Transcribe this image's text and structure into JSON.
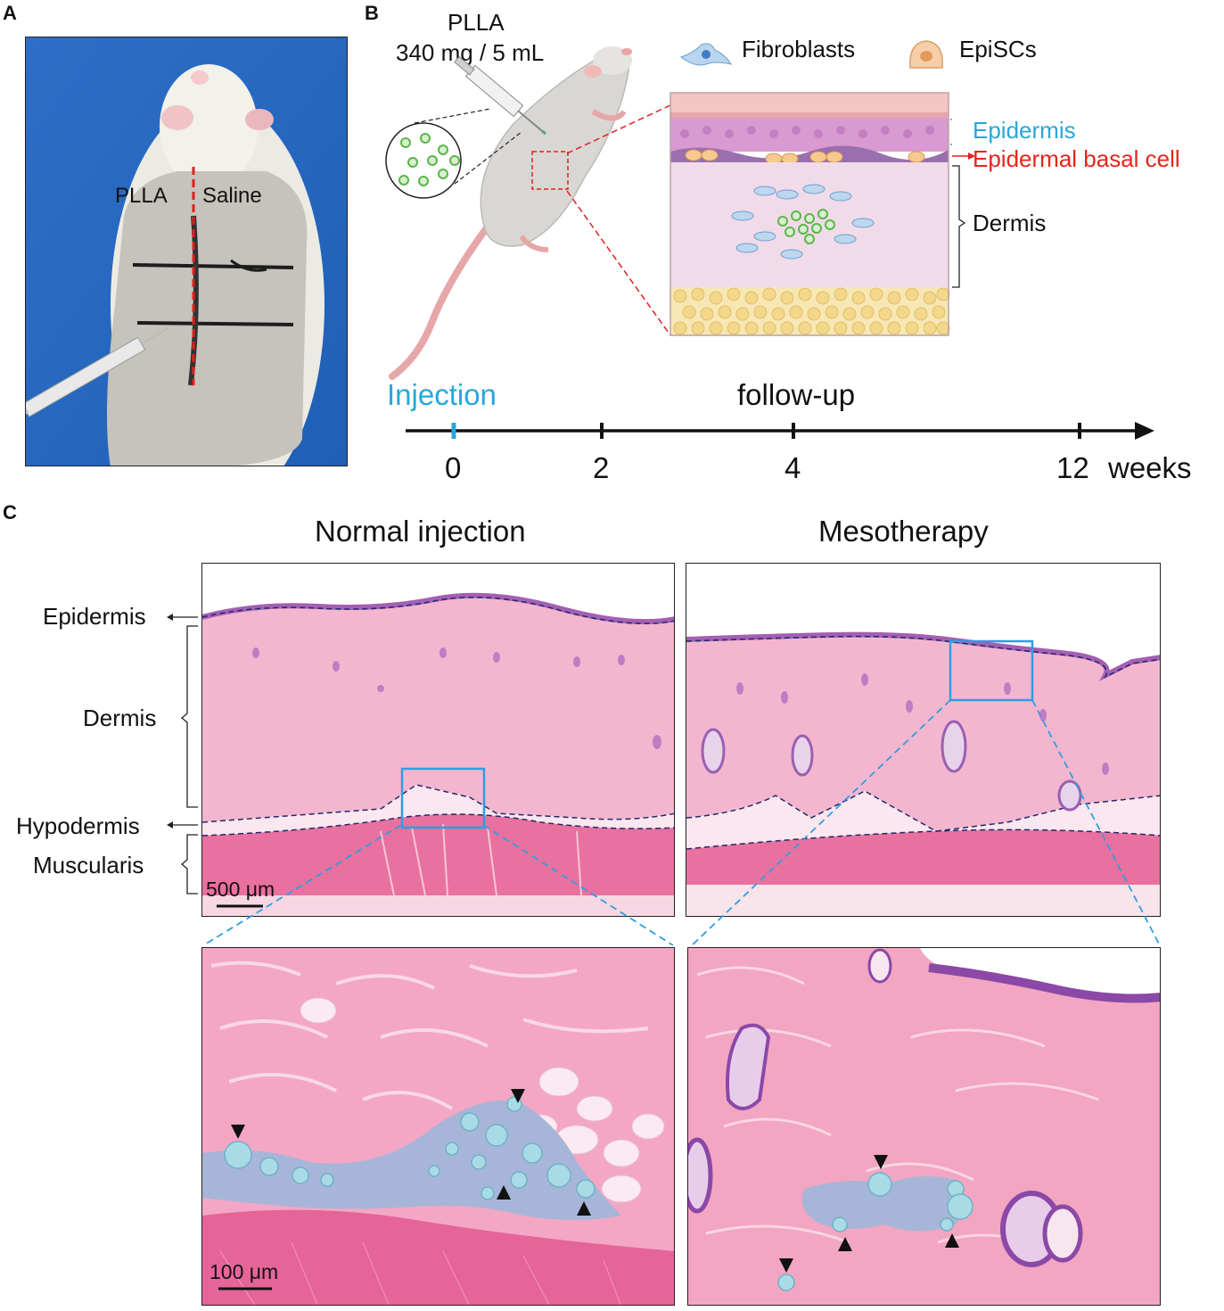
{
  "panels": {
    "a": {
      "letter": "A",
      "left_label": "PLLA",
      "right_label": "Saline"
    },
    "b": {
      "letter": "B",
      "drug_name": "PLLA",
      "dose": "340 mg / 5 mL",
      "legend": [
        {
          "label": "Fibroblasts",
          "icon": "fibroblast-icon"
        },
        {
          "label": "EpiSCs",
          "icon": "episc-icon"
        }
      ],
      "skin_layers": {
        "epidermis": "Epidermis",
        "basal": "Epidermal basal cell",
        "dermis": "Dermis"
      },
      "colors": {
        "epidermis": "#29a6dd",
        "basal": "#e8241b"
      },
      "timeline": {
        "injection_label": "Injection",
        "followup_label": "follow-up",
        "ticks": [
          "0",
          "2",
          "4",
          "12"
        ],
        "unit": "weeks"
      }
    },
    "c": {
      "letter": "C",
      "col_titles": [
        "Normal injection",
        "Mesotherapy"
      ],
      "layer_labels": [
        "Epidermis",
        "Dermis",
        "Hypodermis",
        "Muscularis"
      ],
      "scale_top": "500 μm",
      "scale_bottom": "100 μm",
      "colors": {
        "tissue": "#f4b6cf",
        "muscle": "#e9719f",
        "roi": "#2f9ee0",
        "microsphere": "#a9dbe6"
      }
    }
  }
}
